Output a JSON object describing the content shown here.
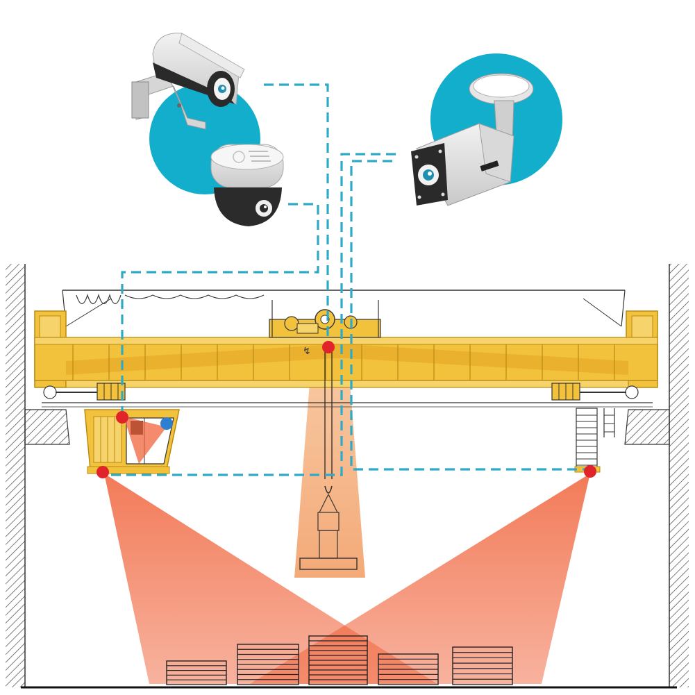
{
  "diagram": {
    "cameras": [
      {
        "name": "wall-bracket-bullet-camera",
        "icon": "bullet-camera-icon"
      },
      {
        "name": "dome-camera",
        "icon": "dome-camera-icon"
      },
      {
        "name": "ceiling-mount-box-camera",
        "icon": "box-camera-icon"
      }
    ],
    "crane": {
      "icon": "overhead-crane-icon"
    },
    "camera_points": [
      {
        "name": "trolley-hook-camera",
        "color": "#e0242a"
      },
      {
        "name": "cab-camera",
        "color": "#e0242a"
      },
      {
        "name": "cab-corner-camera",
        "color": "#e0242a"
      },
      {
        "name": "right-end-camera",
        "color": "#e0242a"
      },
      {
        "name": "cab-interior-sensor",
        "color": "#2f7fd1"
      }
    ],
    "cargo_stacks": 5
  },
  "colors": {
    "teal": "#12aecb",
    "crane_yellow": "#f3c23c",
    "crane_outline": "#b88a10",
    "coverage": "#f0643c",
    "hook_coverage": "#f5b78c",
    "link_dashed": "#2ea9c6",
    "marker_red": "#e0242a",
    "marker_blue": "#2f7fd1"
  }
}
